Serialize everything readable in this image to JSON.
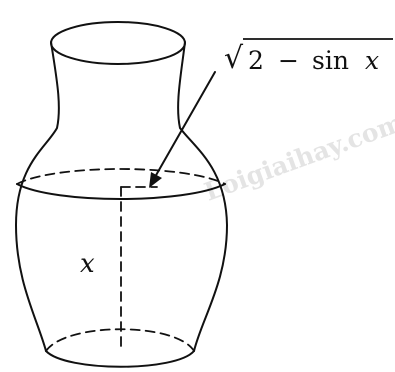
{
  "labels": {
    "height_variable": "x",
    "radius_expression_sqrt": "√",
    "radius_expression_radicand_number": "2",
    "radius_expression_minus": "−",
    "radius_expression_function": "sin",
    "radius_expression_variable": "x"
  },
  "watermark": {
    "text": "Loigiaihay.com"
  },
  "colors": {
    "stroke": "#111111",
    "background": "#ffffff",
    "watermark": "#cfcfcf"
  }
}
